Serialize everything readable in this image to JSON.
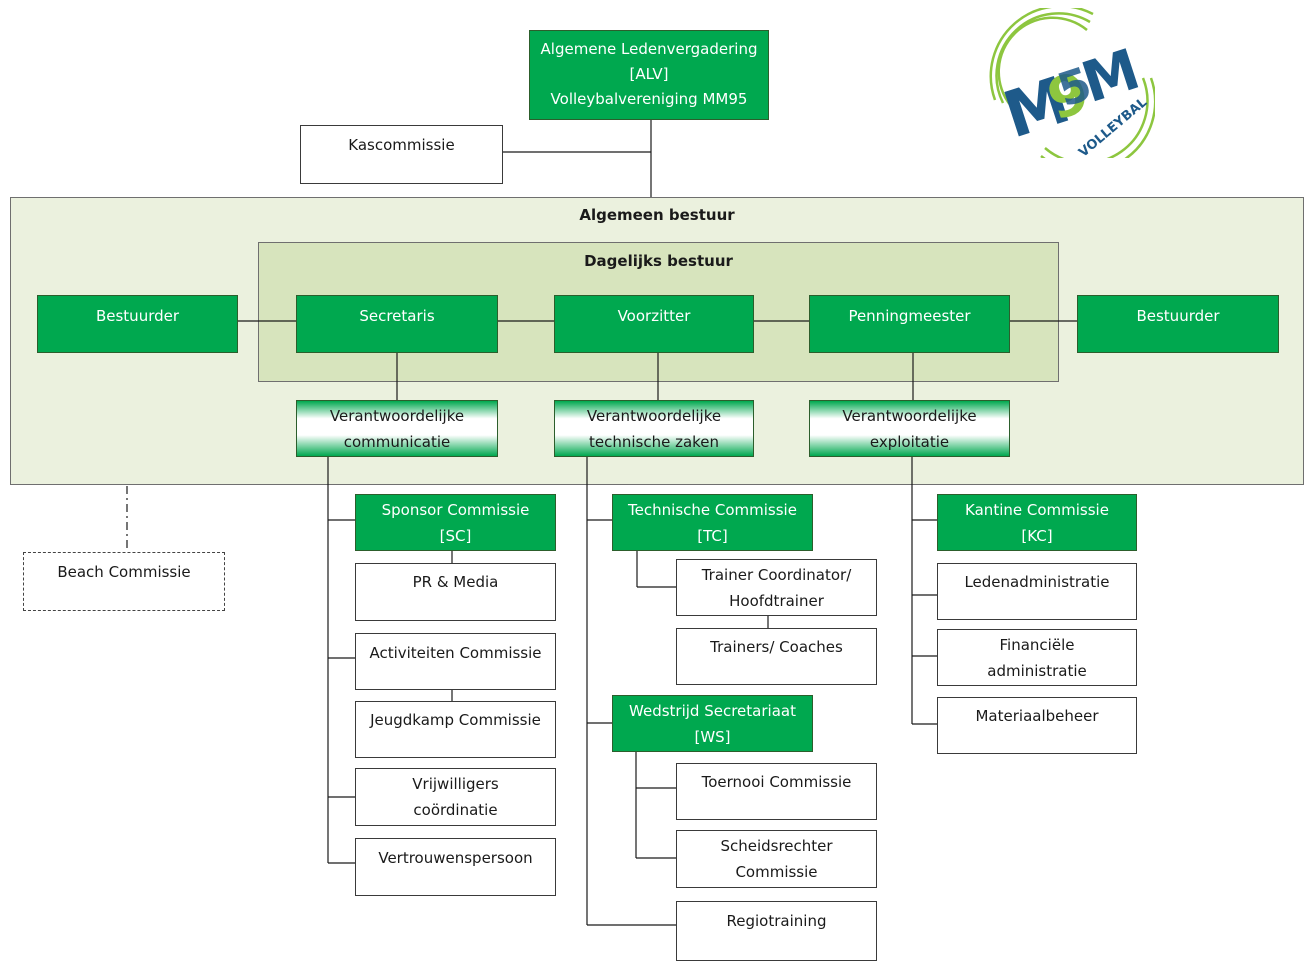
{
  "alv": {
    "line1": "Algemene Ledenvergadering",
    "line2": "[ALV]",
    "line3": "Volleybalvereniging MM95"
  },
  "kascommissie": "Kascommissie",
  "algemeen_bestuur": "Algemeen bestuur",
  "dagelijks_bestuur": "Dagelijks bestuur",
  "bestuurder_left": "Bestuurder",
  "bestuurder_right": "Bestuurder",
  "secretaris": "Secretaris",
  "voorzitter": "Voorzitter",
  "penningmeester": "Penningmeester",
  "verantw_communicatie": {
    "line1": "Verantwoordelijke",
    "line2": "communicatie"
  },
  "verantw_technisch": {
    "line1": "Verantwoordelijke",
    "line2": "technische zaken"
  },
  "verantw_exploitatie": {
    "line1": "Verantwoordelijke",
    "line2": "exploitatie"
  },
  "beach_commissie": "Beach Commissie",
  "communicatie_column": {
    "sponsor": {
      "line1": "Sponsor Commissie",
      "line2": "[SC]"
    },
    "pr_media": "PR & Media",
    "activiteiten": "Activiteiten Commissie",
    "jeugdkamp": "Jeugdkamp Commissie",
    "vrijwilligers": {
      "line1": "Vrijwilligers",
      "line2": "coördinatie"
    },
    "vertrouwenspersoon": "Vertrouwenspersoon"
  },
  "technisch_column": {
    "technische_commissie": {
      "line1": "Technische Commissie",
      "line2": "[TC]"
    },
    "trainer_coordinator": {
      "line1": "Trainer Coordinator/",
      "line2": "Hoofdtrainer"
    },
    "trainers_coaches": "Trainers/ Coaches",
    "wedstrijd_secretariaat": {
      "line1": "Wedstrijd Secretariaat",
      "line2": "[WS]"
    },
    "toernooi": "Toernooi Commissie",
    "scheidsrechter": {
      "line1": "Scheidsrechter",
      "line2": "Commissie"
    },
    "regiotraining": "Regiotraining"
  },
  "exploitatie_column": {
    "kantine": {
      "line1": "Kantine Commissie",
      "line2": "[KC]"
    },
    "ledenadministratie": "Ledenadministratie",
    "financiele": {
      "line1": "Financiële",
      "line2": "administratie"
    },
    "materiaalbeheer": "Materiaalbeheer"
  },
  "logo": {
    "text_main": "M95M",
    "text_sub": "VOLLEYBAL"
  },
  "colors": {
    "green": "#00a84f",
    "panel_outer": "#ebf1de",
    "panel_inner": "#d7e4bd",
    "logo_blue": "#1e5a8a",
    "logo_green": "#8dc63f"
  }
}
